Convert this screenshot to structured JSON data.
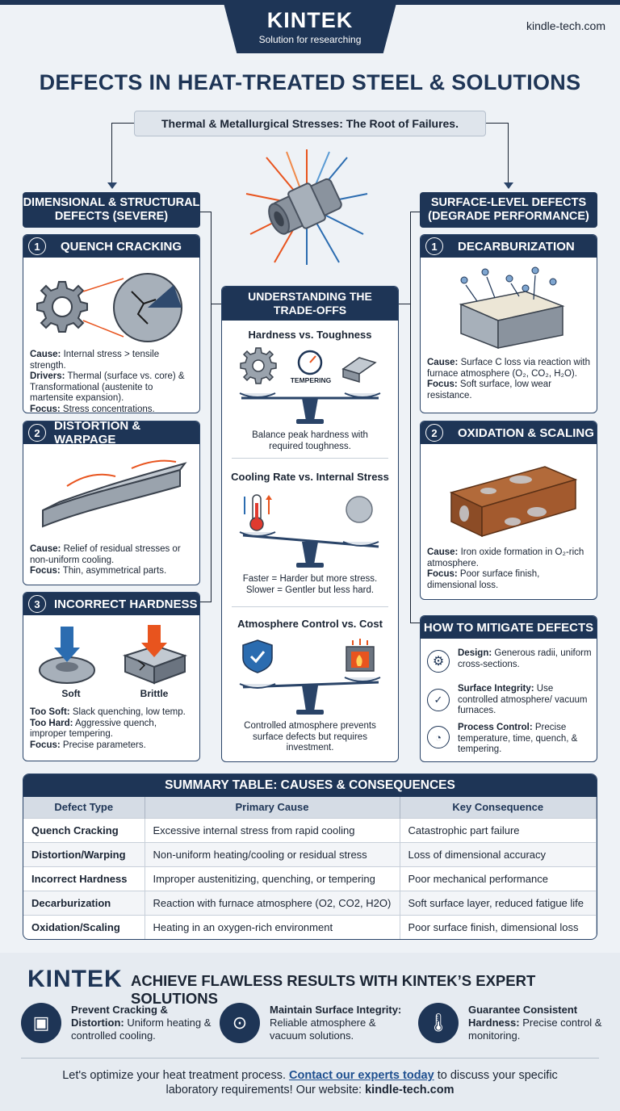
{
  "brand": {
    "logo": "KINTEK",
    "tagline": "Solution for researching",
    "website": "kindle-tech.com"
  },
  "title": "DEFECTS IN HEAT-TREATED STEEL & SOLUTIONS",
  "subtitle": "Thermal & Metallurgical Stresses: The Root of Failures.",
  "left_section": {
    "line1": "DIMENSIONAL & STRUCTURAL",
    "line2": "DEFECTS (SEVERE)"
  },
  "right_section": {
    "line1": "SURFACE-LEVEL DEFECTS",
    "line2": "(DEGRADE PERFORMANCE)"
  },
  "quench_cracking": {
    "num": "1",
    "title": "QUENCH CRACKING",
    "cause_label": "Cause:",
    "cause": "Internal stress > tensile strength.",
    "drivers_label": "Drivers:",
    "drivers": "Thermal (surface vs. core) & Transformational (austenite to martensite expansion).",
    "focus_label": "Focus:",
    "focus": "Stress concentrations."
  },
  "distortion": {
    "num": "2",
    "title": "DISTORTION & WARPAGE",
    "cause_label": "Cause:",
    "cause": "Relief of residual stresses or non-uniform cooling.",
    "focus_label": "Focus:",
    "focus": "Thin, asymmetrical parts."
  },
  "incorrect_hardness": {
    "num": "3",
    "title": "INCORRECT HARDNESS",
    "soft": "Soft",
    "brittle": "Brittle",
    "soft_label": "Too Soft:",
    "soft_text": "Slack quenching, low temp.",
    "hard_label": "Too Hard:",
    "hard_text": "Aggressive quench, improper tempering.",
    "focus_label": "Focus:",
    "focus": "Precise parameters."
  },
  "tradeoffs": {
    "title_line1": "UNDERSTANDING THE",
    "title_line2": "TRADE-OFFS",
    "t1": "Hardness vs. Toughness",
    "tempering": "TEMPERING",
    "c1": "Balance peak hardness with required toughness.",
    "t2": "Cooling Rate vs. Internal Stress",
    "c2a": "Faster = Harder but more stress.",
    "c2b": "Slower = Gentler but less hard.",
    "t3": "Atmosphere Control vs. Cost",
    "c3": "Controlled atmosphere prevents surface defects but requires investment."
  },
  "decarburization": {
    "num": "1",
    "title": "DECARBURIZATION",
    "cause_label": "Cause:",
    "cause": "Surface C loss via reaction with furnace atmosphere (O₂, CO₂, H₂O).",
    "focus_label": "Focus:",
    "focus": "Soft surface, low wear resistance."
  },
  "oxidation": {
    "num": "2",
    "title": "OXIDATION & SCALING",
    "cause_label": "Cause:",
    "cause": "Iron oxide formation in O₂-rich atmosphere.",
    "focus_label": "Focus:",
    "focus": "Poor surface finish, dimensional loss."
  },
  "mitigate": {
    "title": "HOW TO MITIGATE DEFECTS",
    "items": [
      {
        "label": "Design:",
        "text": "Generous radii, uniform cross-sections."
      },
      {
        "label": "Surface Integrity:",
        "text": "Use controlled atmosphere/ vacuum furnaces."
      },
      {
        "label": "Process Control:",
        "text": "Precise temperature, time, quench, & tempering."
      }
    ]
  },
  "summary": {
    "title": "SUMMARY TABLE: CAUSES & CONSEQUENCES",
    "headers": [
      "Defect Type",
      "Primary Cause",
      "Key Consequence"
    ],
    "rows": [
      [
        "Quench Cracking",
        "Excessive internal stress from rapid cooling",
        "Catastrophic part failure"
      ],
      [
        "Distortion/Warping",
        "Non-uniform heating/cooling or residual stress",
        "Loss of dimensional accuracy"
      ],
      [
        "Incorrect Hardness",
        "Improper austenitizing, quenching, or tempering",
        "Poor mechanical performance"
      ],
      [
        "Decarburization",
        "Reaction with furnace atmosphere (O2, CO2, H2O)",
        "Soft surface layer, reduced fatigue life"
      ],
      [
        "Oxidation/Scaling",
        "Heating in an oxygen-rich environment",
        "Poor surface finish, dimensional loss"
      ]
    ]
  },
  "footer": {
    "logo": "KINTEK",
    "headline": "ACHIEVE FLAWLESS RESULTS WITH KINTEK’S EXPERT SOLUTIONS",
    "features": [
      {
        "label": "Prevent Cracking & Distortion:",
        "text": "Uniform heating & controlled cooling."
      },
      {
        "label": "Maintain Surface Integrity:",
        "text": "Reliable atmosphere & vacuum solutions."
      },
      {
        "label": "Guarantee Consistent Hardness:",
        "text": "Precise control & monitoring."
      }
    ],
    "cta_pre": "Let's optimize your heat treatment process. ",
    "cta_link": "Contact our experts today",
    "cta_mid": " to discuss your specific laboratory requirements! Our website: ",
    "cta_site": "kindle-tech.com"
  },
  "colors": {
    "navy": "#1e3556",
    "accent": "#e8541e",
    "blue": "#2b6cb0"
  }
}
